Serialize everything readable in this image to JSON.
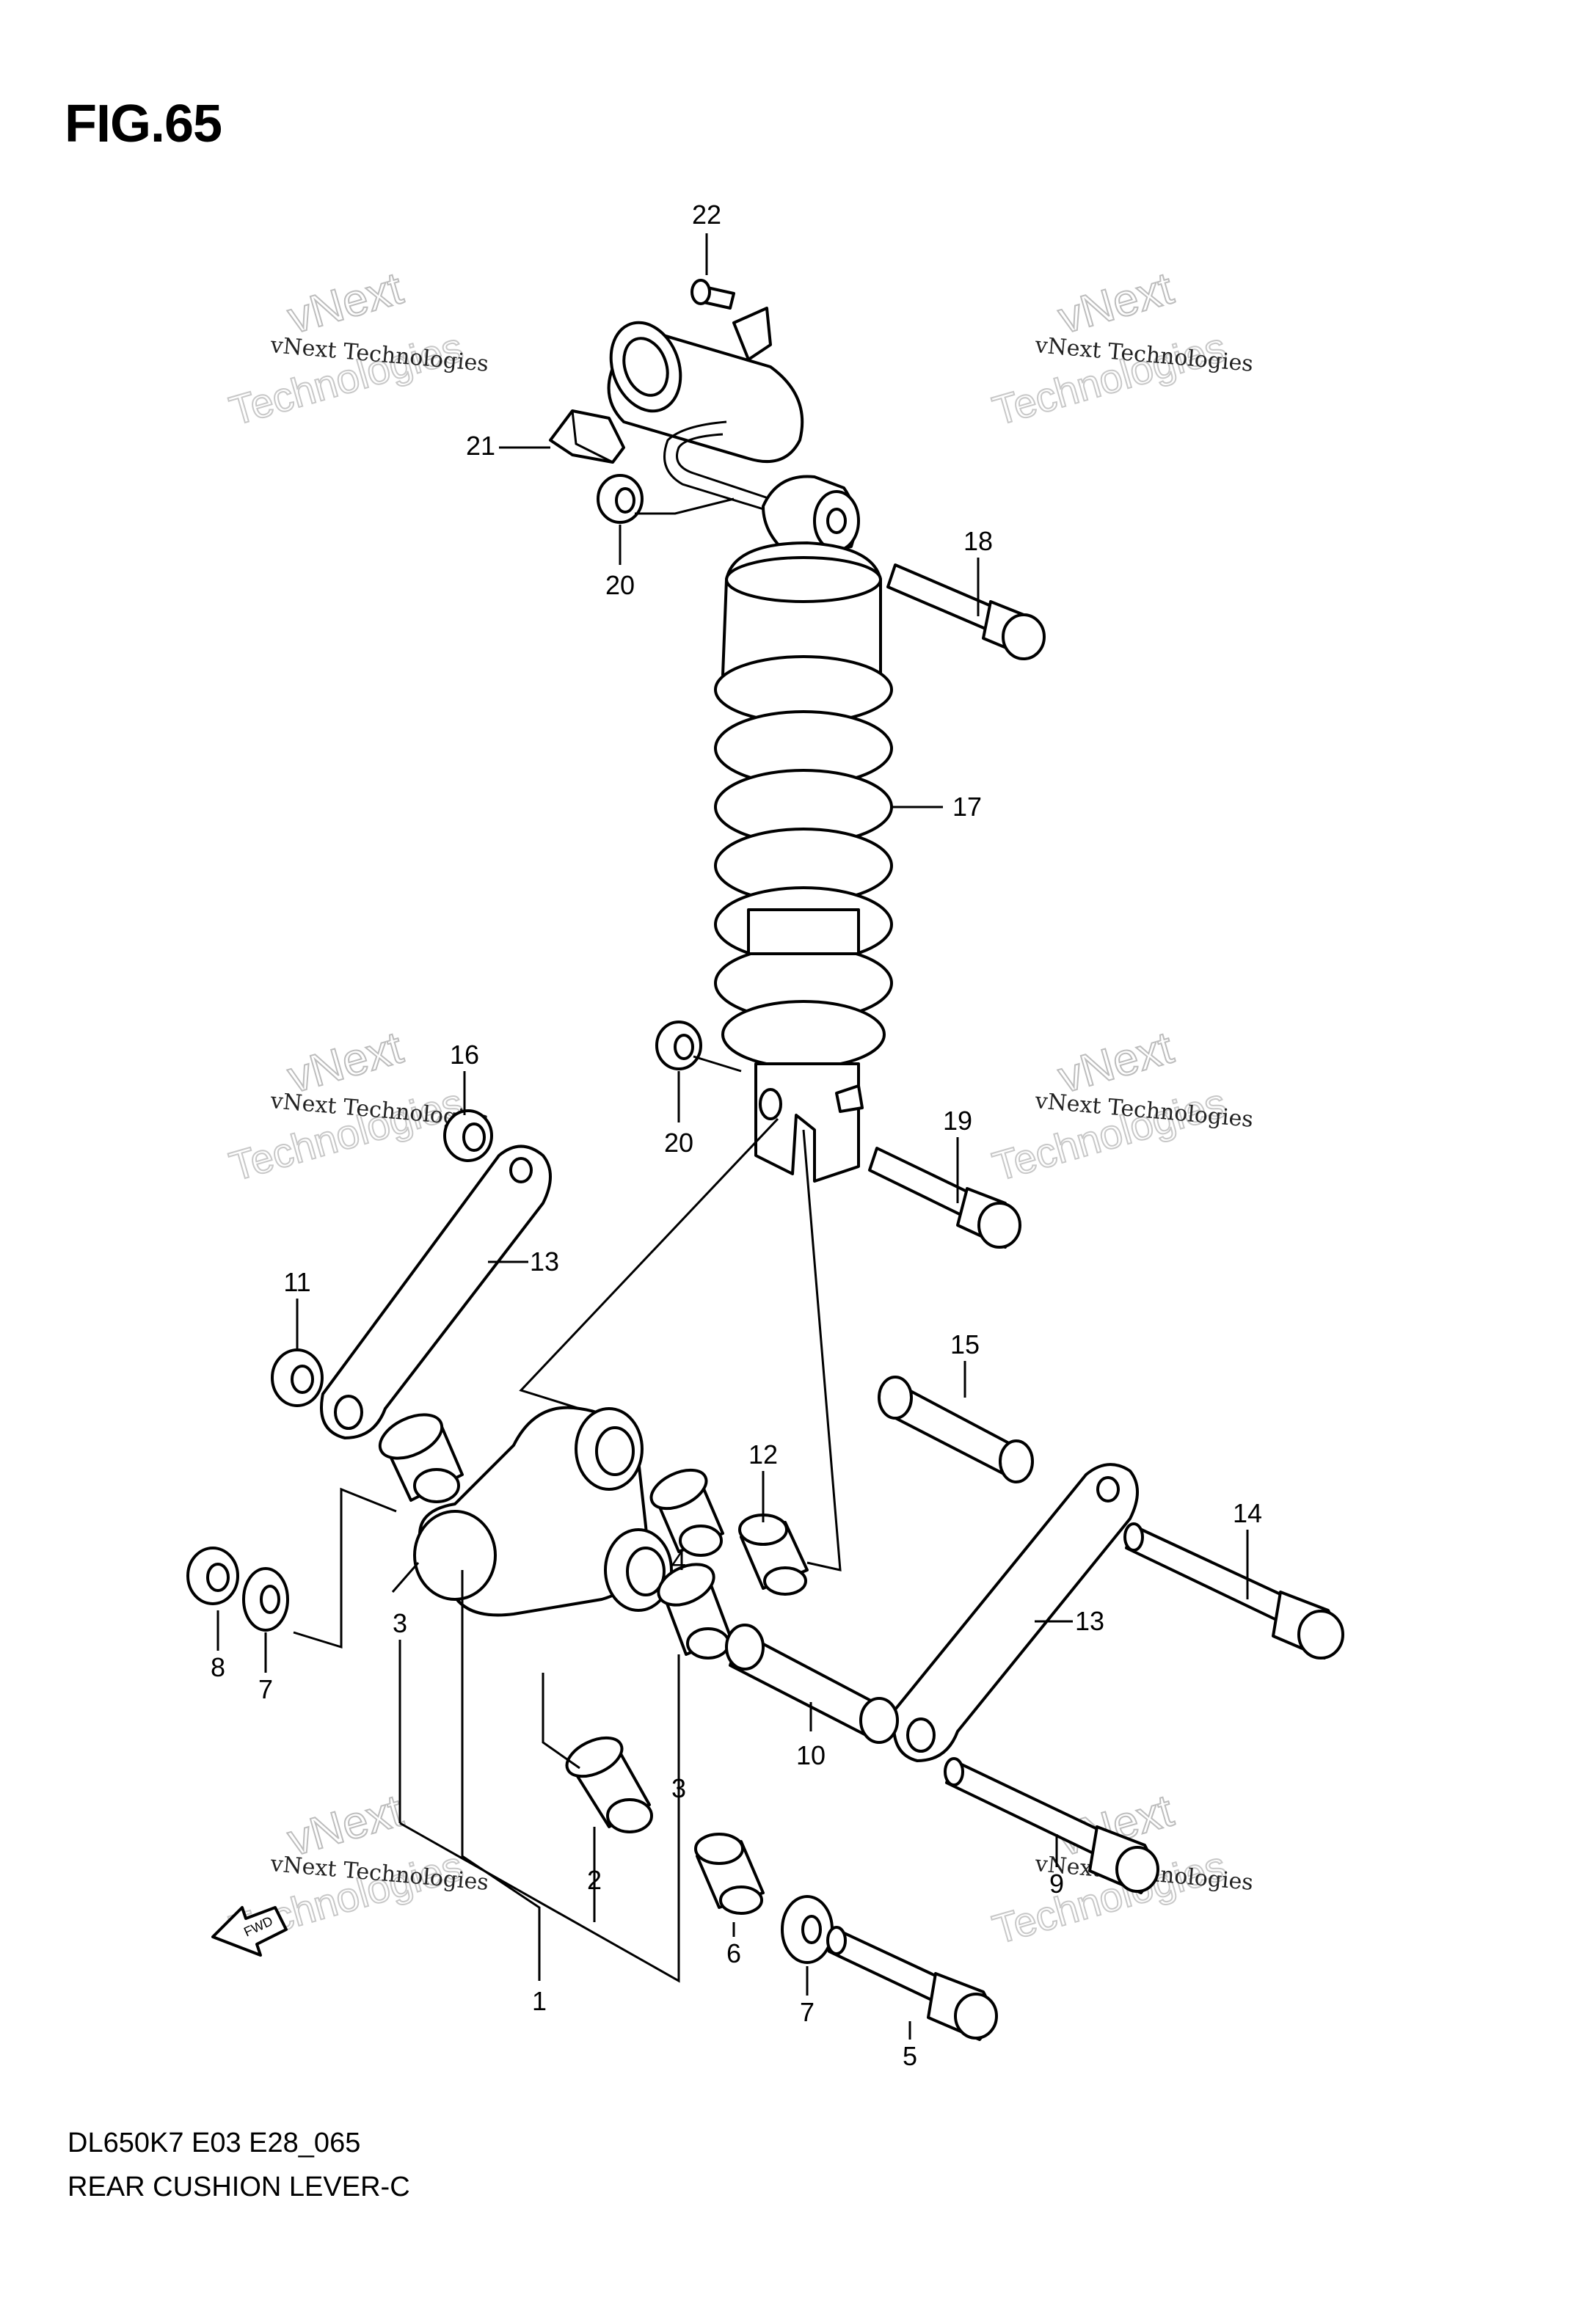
{
  "figure": {
    "title": "FIG.65"
  },
  "footer": {
    "code": "DL650K7 E03 E28_065",
    "name": "REAR CUSHION LEVER-C"
  },
  "watermark": {
    "line1": "vNext Technologies",
    "line2": "vNext",
    "line3": "Technologies"
  },
  "direction_marker": {
    "label": "FWD"
  },
  "callouts": [
    "22",
    "21",
    "20",
    "18",
    "17",
    "16",
    "20",
    "19",
    "13",
    "11",
    "15",
    "12",
    "4",
    "14",
    "8",
    "7",
    "3",
    "13",
    "10",
    "3",
    "2",
    "9",
    "1",
    "6",
    "7",
    "5"
  ]
}
